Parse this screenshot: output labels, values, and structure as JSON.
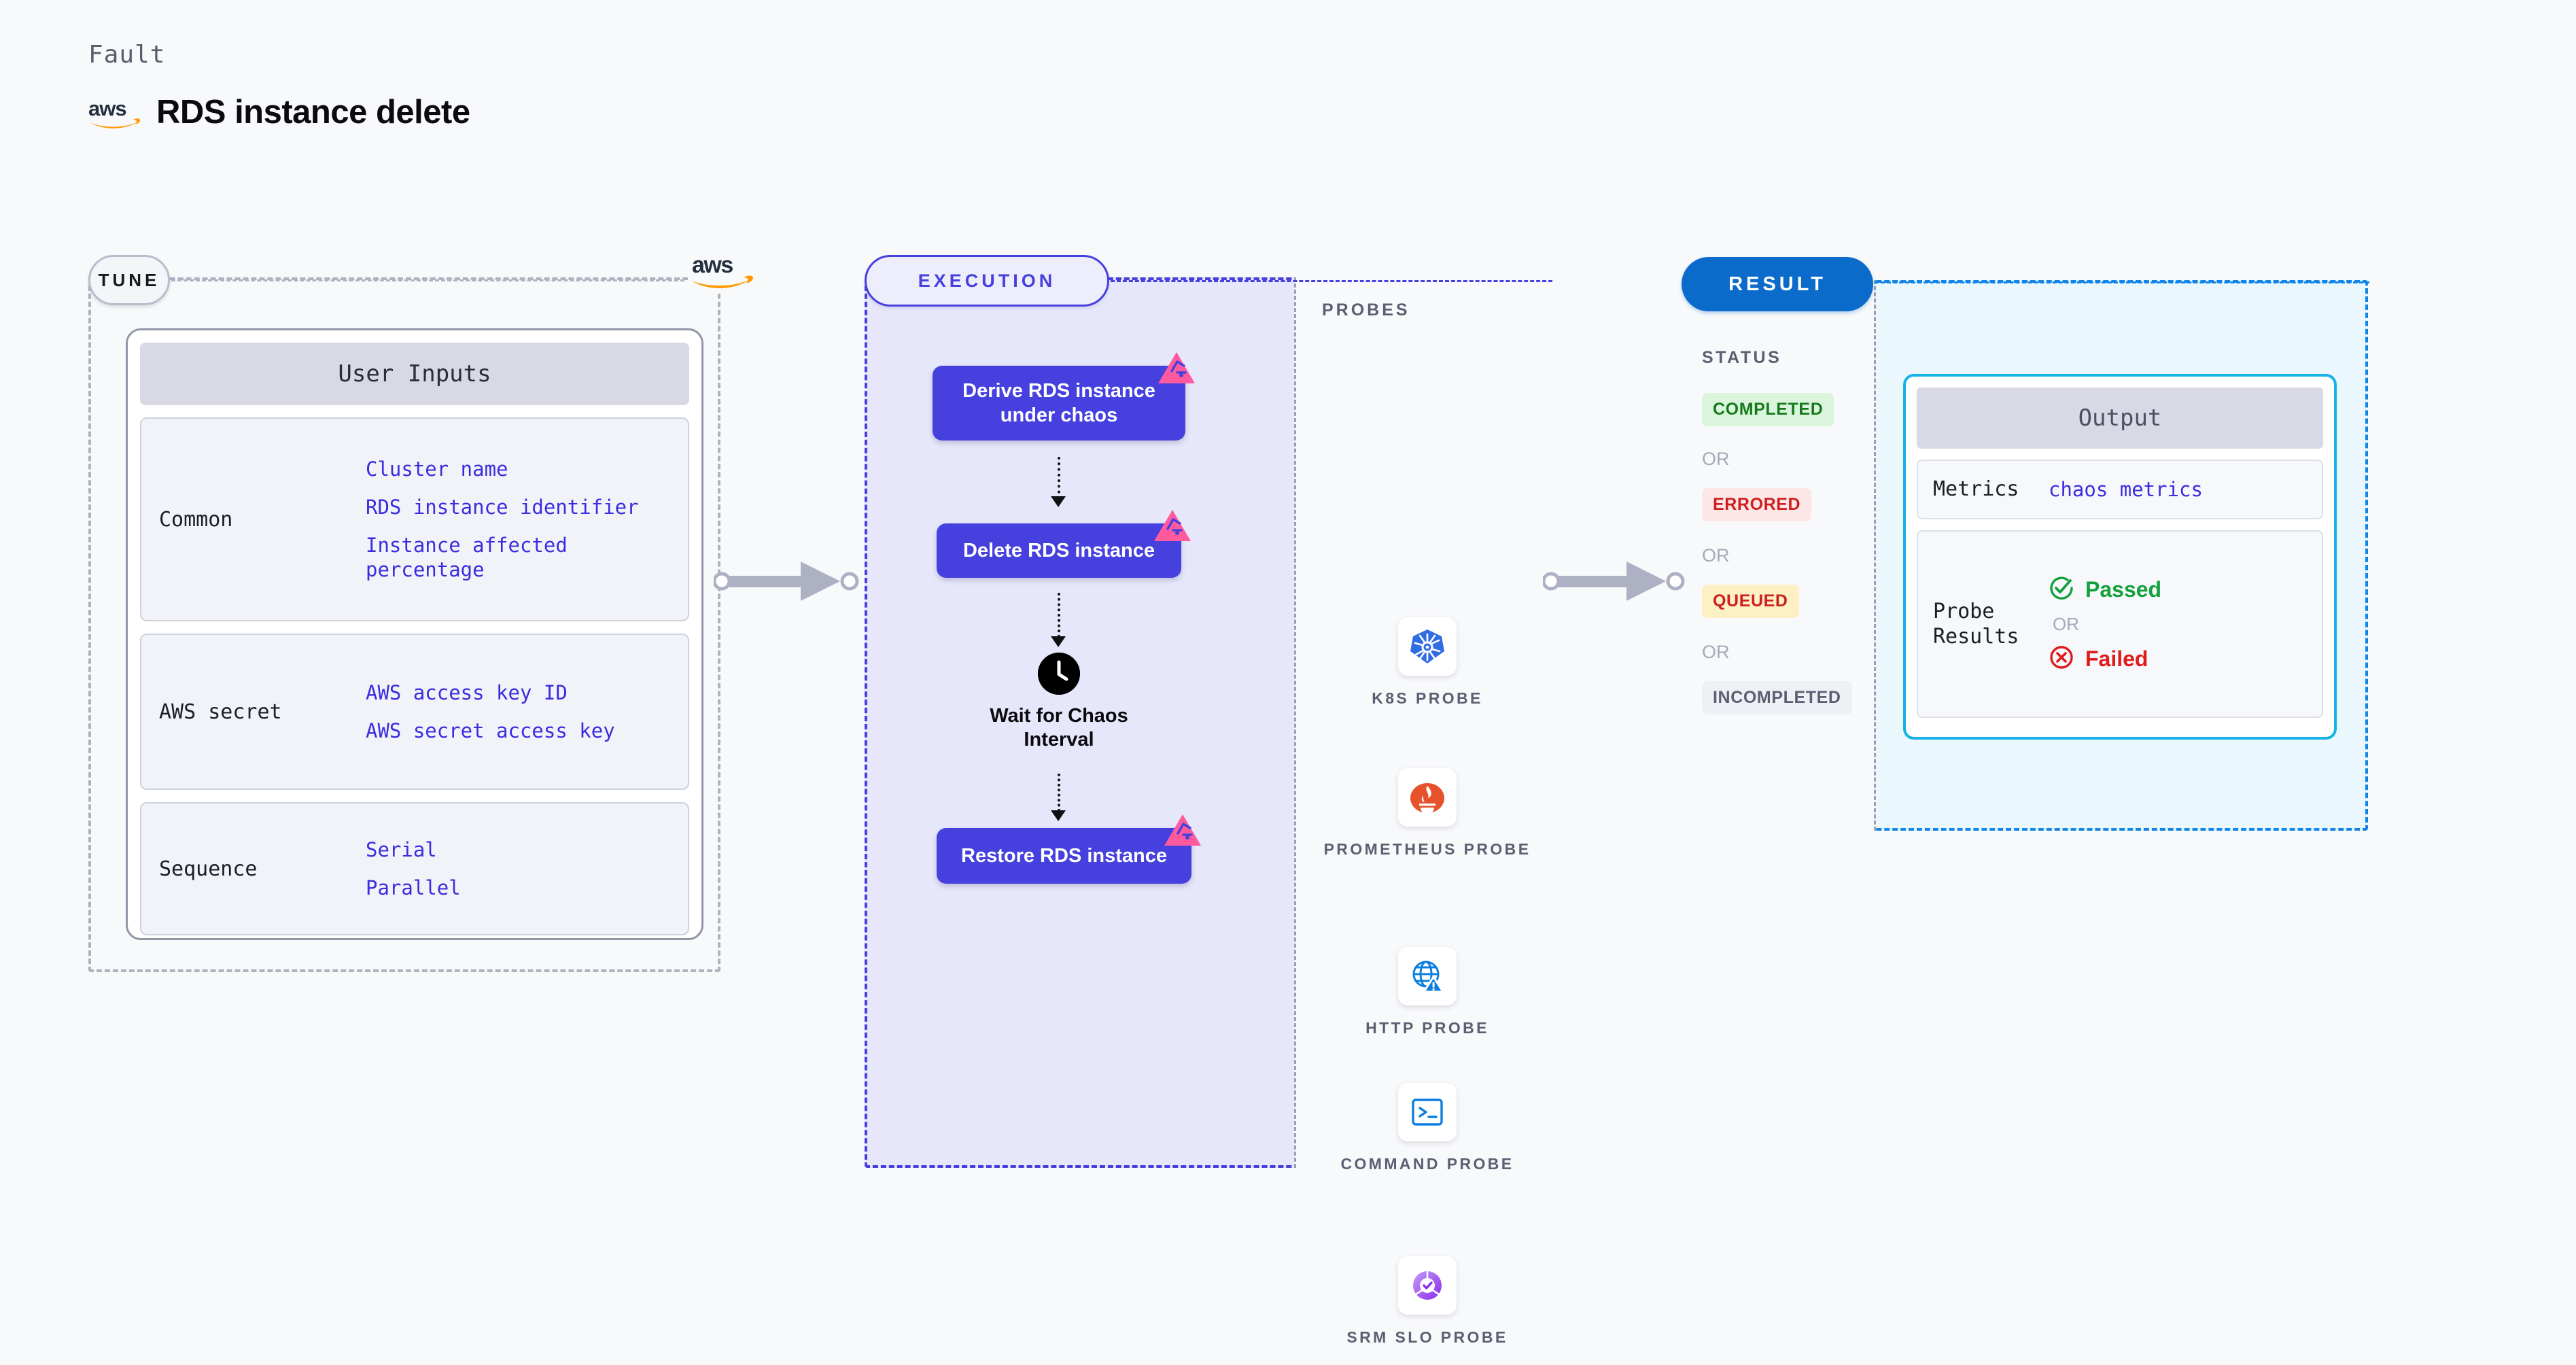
{
  "header": {
    "eyebrow": "Fault",
    "title": "RDS instance delete",
    "logo_icon": "aws-logo-icon"
  },
  "stages": {
    "tune": {
      "badge": "TUNE"
    },
    "execution": {
      "badge": "EXECUTION"
    },
    "result": {
      "badge": "RESULT"
    }
  },
  "tune": {
    "provider_logo": "aws-logo-icon",
    "card_title": "User Inputs",
    "groups": [
      {
        "label": "Common",
        "values": [
          "Cluster name",
          "RDS instance identifier",
          "Instance affected percentage"
        ]
      },
      {
        "label": "AWS secret",
        "values": [
          "AWS access key ID",
          "AWS secret access key"
        ]
      },
      {
        "label": "Sequence",
        "values": [
          "Serial",
          "Parallel"
        ]
      }
    ]
  },
  "execution": {
    "nodes": [
      {
        "label": "Derive RDS instance under chaos",
        "badge_icon": "litmuschaos-icon"
      },
      {
        "label": "Delete RDS instance",
        "badge_icon": "litmuschaos-icon"
      },
      {
        "label": "Restore RDS instance",
        "badge_icon": "litmuschaos-icon"
      }
    ],
    "wait_step": {
      "label": "Wait for Chaos Interval",
      "icon": "clock-icon"
    },
    "probes_title": "PROBES",
    "probes": [
      {
        "label": "K8S PROBE",
        "icon": "kubernetes-icon"
      },
      {
        "label": "PROMETHEUS PROBE",
        "icon": "prometheus-icon"
      },
      {
        "label": "HTTP PROBE",
        "icon": "http-globe-warning-icon"
      },
      {
        "label": "COMMAND PROBE",
        "icon": "terminal-icon"
      },
      {
        "label": "SRM SLO PROBE",
        "icon": "srm-slo-icon"
      }
    ]
  },
  "result": {
    "status_title": "STATUS",
    "statuses": [
      "COMPLETED",
      "ERRORED",
      "QUEUED",
      "INCOMPLETED"
    ],
    "or_label": "OR",
    "output": {
      "card_title": "Output",
      "rows": [
        {
          "label": "Metrics",
          "value": "chaos metrics"
        },
        {
          "label": "Probe Results"
        }
      ],
      "probe_results": {
        "pass_label": "Passed",
        "pass_icon": "check-circle-icon",
        "or_label": "OR",
        "fail_label": "Failed",
        "fail_icon": "x-circle-icon"
      }
    }
  },
  "colors": {
    "background": "#F8F9FB",
    "tune_border": "#AEB3C2",
    "execution_border": "#4640DE",
    "execution_fill": "#E7E7FB",
    "result_border": "#1184E8",
    "result_fill": "#EAF8FE",
    "node_fill": "#4640DE",
    "accent_value": "#3B2CE0",
    "output_border": "#16B1E8",
    "litmus_pink": "#FF5A9E",
    "aws_orange": "#FF9900",
    "status_completed": "#157A1C",
    "status_errored": "#CE1F1F",
    "status_queued": "#CE1F1F",
    "status_incompleted": "#5B5F72",
    "passed": "#12A13A",
    "failed": "#E01B1B"
  }
}
